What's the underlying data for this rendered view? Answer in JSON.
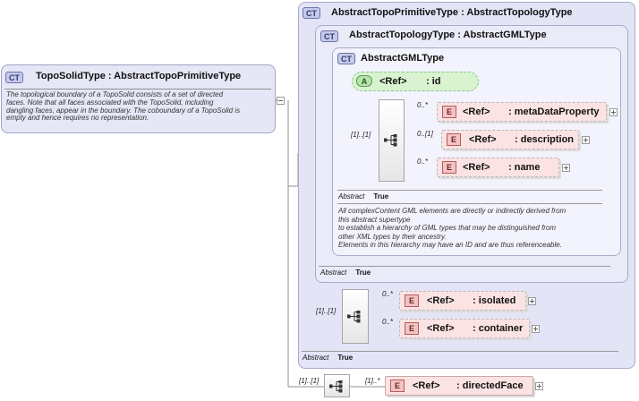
{
  "root": {
    "badge": "CT",
    "title": "TopoSolidType : AbstractTopoPrimitiveType",
    "doc_lines": [
      "The topological boundary of a TopoSolid consists of a set of directed",
      "faces. Note that all faces associated with the TopoSolid, including",
      "dangling faces, appear in the boundary. The coboundary of a TopoSolid is",
      "empty and hence requires no representation."
    ]
  },
  "topoPrimitive": {
    "badge": "CT",
    "title": "AbstractTopoPrimitiveType : AbstractTopologyType",
    "abstract_key": "Abstract",
    "abstract_val": "True",
    "seq_card": "[1]..[1]",
    "elements": [
      {
        "card": "0..*",
        "badge": "E",
        "ref": "<Ref>",
        "name": ": isolated"
      },
      {
        "card": "0..*",
        "badge": "E",
        "ref": "<Ref>",
        "name": ": container"
      }
    ]
  },
  "topology": {
    "badge": "CT",
    "title": "AbstractTopologyType : AbstractGMLType",
    "abstract_key": "Abstract",
    "abstract_val": "True"
  },
  "gml": {
    "badge": "CT",
    "title": "AbstractGMLType",
    "attribute": {
      "badge": "A",
      "ref": "<Ref>",
      "name": ": id"
    },
    "seq_card": "[1]..[1]",
    "elements": [
      {
        "card": "0..*",
        "badge": "E",
        "ref": "<Ref>",
        "name": ": metaDataProperty"
      },
      {
        "card": "0..[1]",
        "badge": "E",
        "ref": "<Ref>",
        "name": ": description"
      },
      {
        "card": "0..*",
        "badge": "E",
        "ref": "<Ref>",
        "name": ": name"
      }
    ],
    "abstract_key": "Abstract",
    "abstract_val": "True",
    "doc_lines": [
      "All complexContent GML elements are directly or indirectly derived from",
      "this abstract supertype",
      "to establish a hierarchy of GML types that may be distinguished from",
      "other XML types by their ancestry.",
      "Elements in this hierarchy may have an ID and are thus referenceable."
    ]
  },
  "bottom": {
    "seq_card": "[1]..[1]",
    "element": {
      "card": "[1]..*",
      "badge": "E",
      "ref": "<Ref>",
      "name": ": directedFace"
    }
  }
}
